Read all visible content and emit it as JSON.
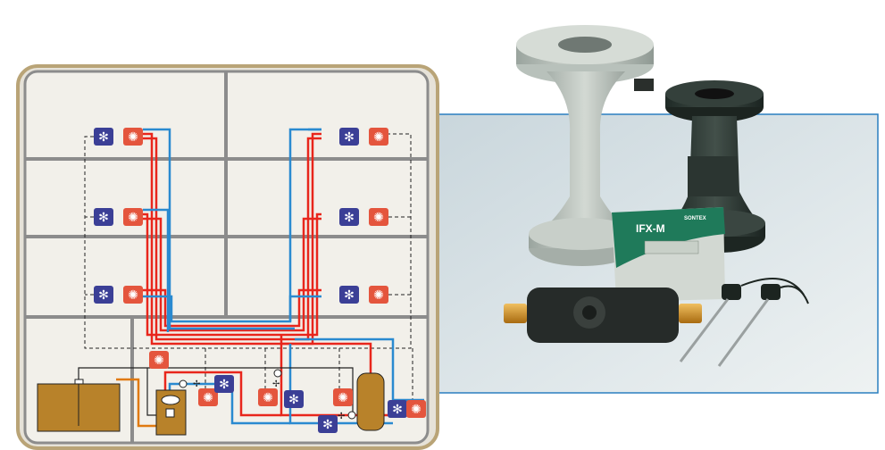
{
  "diagram": {
    "title": "Building heating/cooling distribution schematic",
    "legend_icons": {
      "cooling": "snowflake-icon",
      "heating": "sun-icon"
    },
    "colors": {
      "supply": "#e8261c",
      "return": "#2a8ad0",
      "frame": "#b9a477",
      "tank": "#b8822a",
      "cooling_unit": "#3a3f95",
      "heating_unit": "#e2503a"
    }
  },
  "product": {
    "model": "IFX-M",
    "brand": "SONTEX"
  }
}
